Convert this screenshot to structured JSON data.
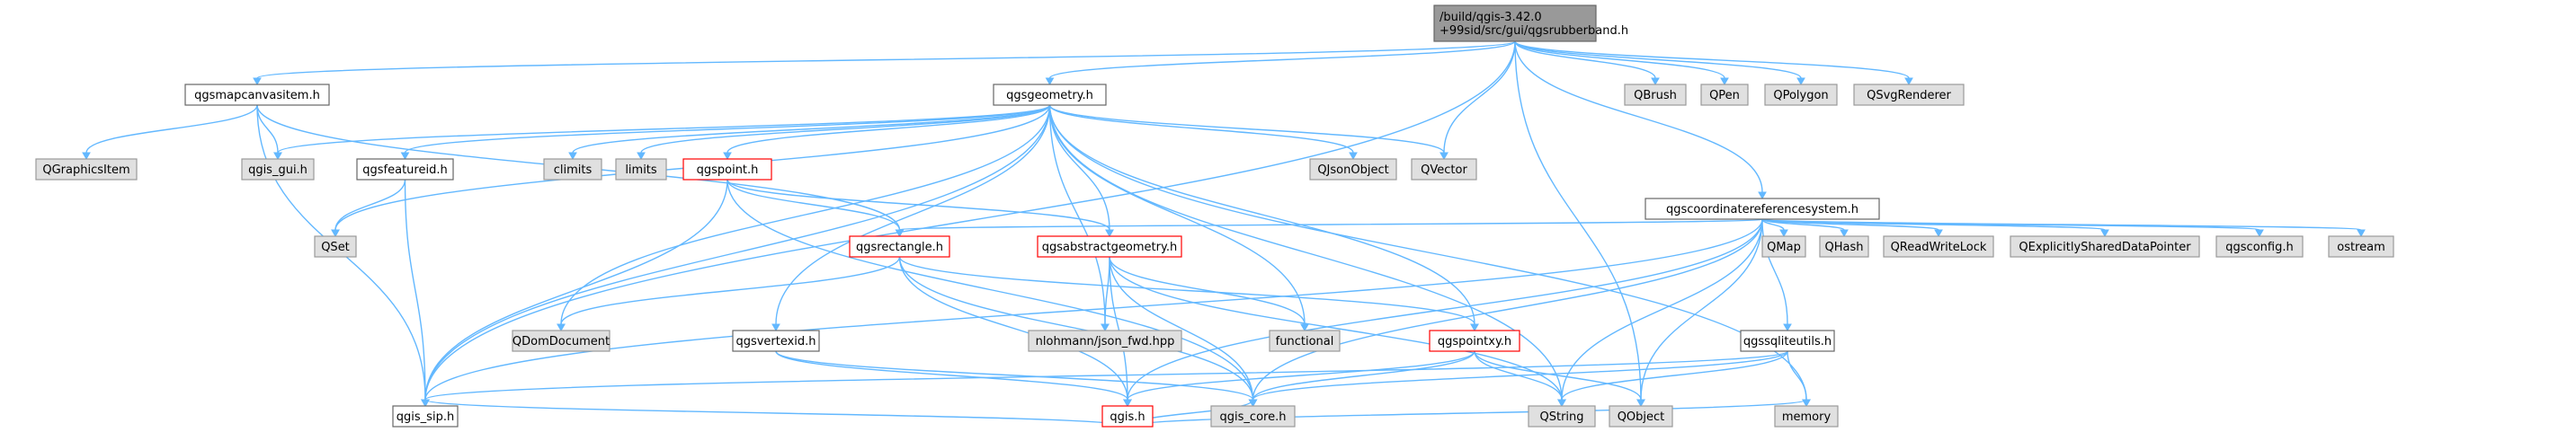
{
  "graph": {
    "colors": {
      "edge": "#63b8ff",
      "root_fill": "#999999",
      "external_fill": "#e0e0e0",
      "external_stroke": "#999999",
      "local_fill": "#ffffff",
      "local_stroke": "#666666",
      "bad_stroke": "#ff0000"
    },
    "nodes": [
      {
        "id": "root",
        "kind": "root",
        "lines": [
          "/build/qgis-3.42.0",
          "+99sid/src/gui/qgsrubberband.h"
        ]
      },
      {
        "id": "mapcanvasitem",
        "kind": "local",
        "lines": [
          "qgsmapcanvasitem.h"
        ]
      },
      {
        "id": "geometry",
        "kind": "local",
        "lines": [
          "qgsgeometry.h"
        ]
      },
      {
        "id": "crs",
        "kind": "local",
        "lines": [
          "qgscoordinatereferencesystem.h"
        ]
      },
      {
        "id": "qbrush",
        "kind": "external",
        "lines": [
          "QBrush"
        ]
      },
      {
        "id": "qpen",
        "kind": "external",
        "lines": [
          "QPen"
        ]
      },
      {
        "id": "qpolygon",
        "kind": "external",
        "lines": [
          "QPolygon"
        ]
      },
      {
        "id": "qsvgrenderer",
        "kind": "external",
        "lines": [
          "QSvgRenderer"
        ]
      },
      {
        "id": "qgraphicsitem",
        "kind": "external",
        "lines": [
          "QGraphicsItem"
        ]
      },
      {
        "id": "qgis_gui",
        "kind": "external",
        "lines": [
          "qgis_gui.h"
        ]
      },
      {
        "id": "featureid",
        "kind": "local",
        "lines": [
          "qgsfeatureid.h"
        ]
      },
      {
        "id": "climits",
        "kind": "external",
        "lines": [
          "climits"
        ]
      },
      {
        "id": "limits",
        "kind": "external",
        "lines": [
          "limits"
        ]
      },
      {
        "id": "point",
        "kind": "bad",
        "lines": [
          "qgspoint.h"
        ]
      },
      {
        "id": "qjsonobject",
        "kind": "external",
        "lines": [
          "QJsonObject"
        ]
      },
      {
        "id": "qvector",
        "kind": "external",
        "lines": [
          "QVector"
        ]
      },
      {
        "id": "qset",
        "kind": "external",
        "lines": [
          "QSet"
        ]
      },
      {
        "id": "rectangle",
        "kind": "bad",
        "lines": [
          "qgsrectangle.h"
        ]
      },
      {
        "id": "abstractgeometry",
        "kind": "bad",
        "lines": [
          "qgsabstractgeometry.h"
        ]
      },
      {
        "id": "qmap",
        "kind": "external",
        "lines": [
          "QMap"
        ]
      },
      {
        "id": "qhash",
        "kind": "external",
        "lines": [
          "QHash"
        ]
      },
      {
        "id": "qreadwritelock",
        "kind": "external",
        "lines": [
          "QReadWriteLock"
        ]
      },
      {
        "id": "qexplicit",
        "kind": "external",
        "lines": [
          "QExplicitlySharedDataPointer"
        ]
      },
      {
        "id": "qgsconfig",
        "kind": "external",
        "lines": [
          "qgsconfig.h"
        ]
      },
      {
        "id": "ostream",
        "kind": "external",
        "lines": [
          "ostream"
        ]
      },
      {
        "id": "qdomdocument",
        "kind": "external",
        "lines": [
          "QDomDocument"
        ]
      },
      {
        "id": "vertexid",
        "kind": "local",
        "lines": [
          "qgsvertexid.h"
        ]
      },
      {
        "id": "jsonfwd",
        "kind": "external",
        "lines": [
          "nlohmann/json_fwd.hpp"
        ]
      },
      {
        "id": "functional",
        "kind": "external",
        "lines": [
          "functional"
        ]
      },
      {
        "id": "pointxy",
        "kind": "bad",
        "lines": [
          "qgspointxy.h"
        ]
      },
      {
        "id": "sqliteutils",
        "kind": "local",
        "lines": [
          "qgssqliteutils.h"
        ]
      },
      {
        "id": "qstring",
        "kind": "external",
        "lines": [
          "QString"
        ]
      },
      {
        "id": "qobject",
        "kind": "external",
        "lines": [
          "QObject"
        ]
      },
      {
        "id": "qgis",
        "kind": "bad",
        "lines": [
          "qgis.h"
        ]
      },
      {
        "id": "qgis_sip",
        "kind": "local",
        "lines": [
          "qgis_sip.h"
        ]
      },
      {
        "id": "qgis_core",
        "kind": "external",
        "lines": [
          "qgis_core.h"
        ]
      },
      {
        "id": "memory",
        "kind": "external",
        "lines": [
          "memory"
        ]
      }
    ],
    "edges": [
      [
        "root",
        "mapcanvasitem"
      ],
      [
        "root",
        "geometry"
      ],
      [
        "root",
        "crs"
      ],
      [
        "root",
        "qbrush"
      ],
      [
        "root",
        "qpen"
      ],
      [
        "root",
        "qpolygon"
      ],
      [
        "root",
        "qsvgrenderer"
      ],
      [
        "root",
        "qvector"
      ],
      [
        "root",
        "qobject"
      ],
      [
        "root",
        "qgis_sip"
      ],
      [
        "mapcanvasitem",
        "qgraphicsitem"
      ],
      [
        "mapcanvasitem",
        "qgis_gui"
      ],
      [
        "mapcanvasitem",
        "qgis_sip"
      ],
      [
        "mapcanvasitem",
        "rectangle"
      ],
      [
        "geometry",
        "qgis_gui"
      ],
      [
        "geometry",
        "featureid"
      ],
      [
        "geometry",
        "climits"
      ],
      [
        "geometry",
        "limits"
      ],
      [
        "geometry",
        "point"
      ],
      [
        "geometry",
        "qjsonobject"
      ],
      [
        "geometry",
        "qvector"
      ],
      [
        "geometry",
        "qset"
      ],
      [
        "geometry",
        "qdomdocument"
      ],
      [
        "geometry",
        "vertexid"
      ],
      [
        "geometry",
        "jsonfwd"
      ],
      [
        "geometry",
        "functional"
      ],
      [
        "geometry",
        "pointxy"
      ],
      [
        "geometry",
        "qstring"
      ],
      [
        "geometry",
        "qgis_sip"
      ],
      [
        "geometry",
        "abstractgeometry"
      ],
      [
        "geometry",
        "memory"
      ],
      [
        "featureid",
        "qset"
      ],
      [
        "featureid",
        "qgis_sip"
      ],
      [
        "point",
        "rectangle"
      ],
      [
        "point",
        "abstractgeometry"
      ],
      [
        "point",
        "qgis_core"
      ],
      [
        "point",
        "qgis_sip"
      ],
      [
        "rectangle",
        "qdomdocument"
      ],
      [
        "rectangle",
        "pointxy"
      ],
      [
        "rectangle",
        "qgis"
      ],
      [
        "rectangle",
        "qgis_core"
      ],
      [
        "abstractgeometry",
        "jsonfwd"
      ],
      [
        "abstractgeometry",
        "functional"
      ],
      [
        "abstractgeometry",
        "qgis"
      ],
      [
        "abstractgeometry",
        "qgis_core"
      ],
      [
        "abstractgeometry",
        "qstring"
      ],
      [
        "crs",
        "rectangle"
      ],
      [
        "crs",
        "qmap"
      ],
      [
        "crs",
        "qhash"
      ],
      [
        "crs",
        "qreadwritelock"
      ],
      [
        "crs",
        "qexplicit"
      ],
      [
        "crs",
        "qgsconfig"
      ],
      [
        "crs",
        "ostream"
      ],
      [
        "crs",
        "sqliteutils"
      ],
      [
        "crs",
        "qstring"
      ],
      [
        "crs",
        "qobject"
      ],
      [
        "crs",
        "qgis"
      ],
      [
        "crs",
        "qgis_core"
      ],
      [
        "crs",
        "qgis_sip"
      ],
      [
        "vertexid",
        "qgis"
      ],
      [
        "vertexid",
        "qgis_core"
      ],
      [
        "pointxy",
        "qgis"
      ],
      [
        "pointxy",
        "qstring"
      ],
      [
        "pointxy",
        "qobject"
      ],
      [
        "pointxy",
        "qgis_core"
      ],
      [
        "sqliteutils",
        "qstring"
      ],
      [
        "sqliteutils",
        "memory"
      ],
      [
        "sqliteutils",
        "qgis_core"
      ],
      [
        "sqliteutils",
        "qgis_sip"
      ],
      [
        "qgis",
        "qgis_sip"
      ],
      [
        "qgis",
        "qgis_core"
      ],
      [
        "qgis",
        "memory"
      ]
    ]
  }
}
